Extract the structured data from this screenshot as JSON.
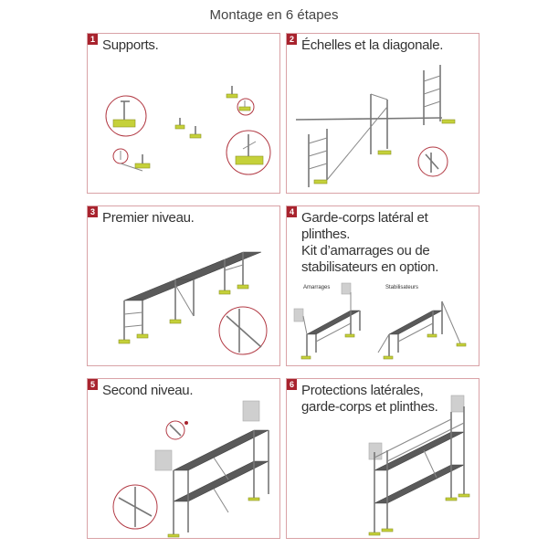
{
  "page": {
    "title": "Montage en 6 étapes"
  },
  "steps": [
    {
      "number": "1",
      "title": "Supports."
    },
    {
      "number": "2",
      "title": "Échelles et la diagonale."
    },
    {
      "number": "3",
      "title": "Premier niveau."
    },
    {
      "number": "4",
      "title": "Garde-corps latéral et plinthes.\nKit d’amarrages ou de\nstabilisateurs en option.",
      "labels": {
        "left": "Amarrages",
        "right": "Stabilisateurs"
      }
    },
    {
      "number": "5",
      "title": "Second niveau."
    },
    {
      "number": "6",
      "title": "Protections latérales,\ngarde-corps et plinthes."
    }
  ],
  "colors": {
    "accent": "#a8232e",
    "border": "#d9a2a6",
    "foot": "#c5d13a",
    "deck": "#5a5a5a"
  },
  "icons": [
    "support-base-icon",
    "ladder-frame-icon",
    "scaffold-level-icon",
    "anchor-kit-icon",
    "stabilizer-icon",
    "zoom-detail-icon"
  ]
}
